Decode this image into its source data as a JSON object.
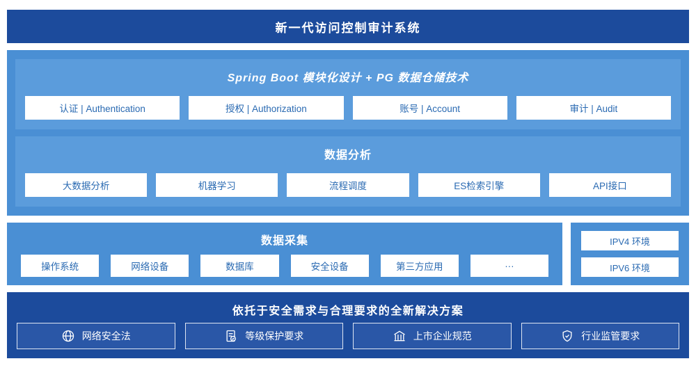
{
  "colors": {
    "dark_blue": "#1c4b9c",
    "medium_blue": "#4a8fd4",
    "light_blue": "#5b9cdc",
    "cell_bg": "#ffffff",
    "cell_text": "#2a6ab2",
    "solution_cell_bg": "#2a57a7"
  },
  "header": {
    "title": "新一代访问控制审计系统"
  },
  "platform": {
    "modules": {
      "title": "Spring Boot 模块化设计 + PG 数据仓储技术",
      "items": [
        "认证 | Authentication",
        "授权 | Authorization",
        "账号 | Account",
        "审计 | Audit"
      ]
    },
    "analysis": {
      "title": "数据分析",
      "items": [
        "大数据分析",
        "机器学习",
        "流程调度",
        "ES检索引擎",
        "API接口"
      ]
    }
  },
  "collection": {
    "title": "数据采集",
    "items": [
      "操作系统",
      "网络设备",
      "数据库",
      "安全设备",
      "第三方应用",
      "···"
    ]
  },
  "environment": {
    "items": [
      "IPV4 环境",
      "IPV6 环境"
    ]
  },
  "solution": {
    "title": "依托于安全需求与合理要求的全新解决方案",
    "items": [
      {
        "icon": "globe-icon",
        "label": "网络安全法"
      },
      {
        "icon": "document-check-icon",
        "label": "等级保护要求"
      },
      {
        "icon": "building-icon",
        "label": "上市企业规范"
      },
      {
        "icon": "badge-check-icon",
        "label": "行业监管要求"
      }
    ]
  }
}
